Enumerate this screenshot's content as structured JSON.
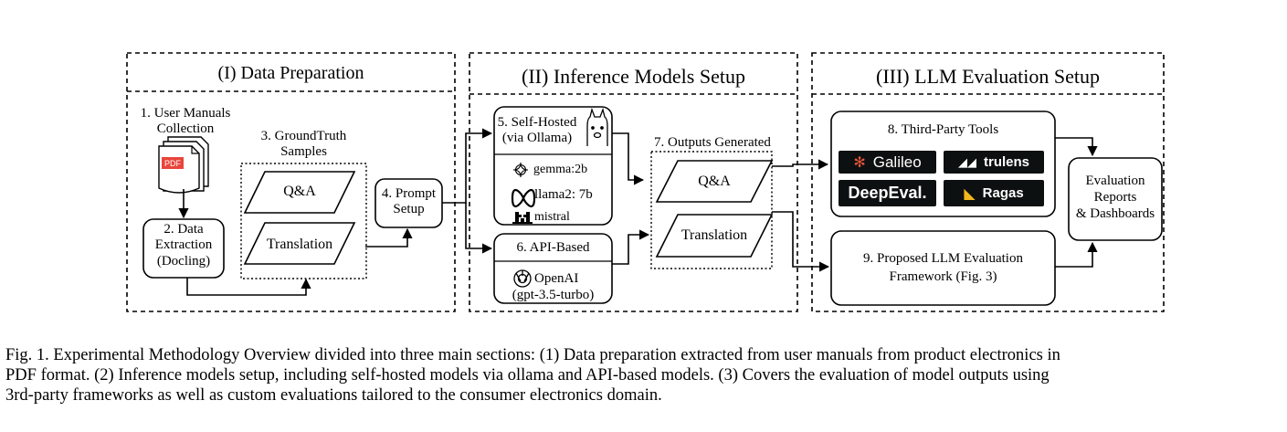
{
  "sections": {
    "data_preparation": "(I) Data Preparation",
    "inference_setup": "(II) Inference Models Setup",
    "evaluation_setup": "(III) LLM Evaluation Setup"
  },
  "nodes": {
    "user_manuals": [
      "1. User Manuals",
      "Collection"
    ],
    "pdf_icon_text": "PDF",
    "data_extraction": [
      "2. Data",
      "Extraction",
      "(Docling)"
    ],
    "groundtruth": [
      "3. GroundTruth",
      "Samples"
    ],
    "qa": "Q&A",
    "translation": "Translation",
    "prompt_setup": [
      "4. Prompt",
      "Setup"
    ],
    "self_hosted": [
      "5. Self-Hosted",
      "(via Ollama)"
    ],
    "models": [
      "gemma:2b",
      "llama2: 7b",
      "mistral"
    ],
    "api_based": "6. API-Based",
    "openai": [
      "OpenAI",
      "(gpt-3.5-turbo)"
    ],
    "outputs": "7. Outputs Generated",
    "third_party": "8. Third-Party Tools",
    "tools": [
      "Galileo",
      "trulens",
      "DeepEval.",
      "Ragas"
    ],
    "proposed": [
      "9. Proposed LLM Evaluation",
      "Framework (Fig. 3)"
    ],
    "reports": [
      "Evaluation",
      "Reports",
      "& Dashboards"
    ]
  },
  "caption": [
    "Fig. 1.  Experimental Methodology Overview divided into three main sections: (1) Data preparation extracted from user manuals from product electronics in",
    "PDF format. (2) Inference models setup, including self-hosted models via ollama and API-based models. (3) Covers the evaluation of model outputs using",
    "3rd-party frameworks as well as custom evaluations tailored to the consumer electronics domain."
  ],
  "colors": {
    "pdf_red": "#e8453c",
    "logo_bg": "#0d1010",
    "galileo_accent": "#e8553a",
    "ragas_accent": "#f2b71f"
  }
}
